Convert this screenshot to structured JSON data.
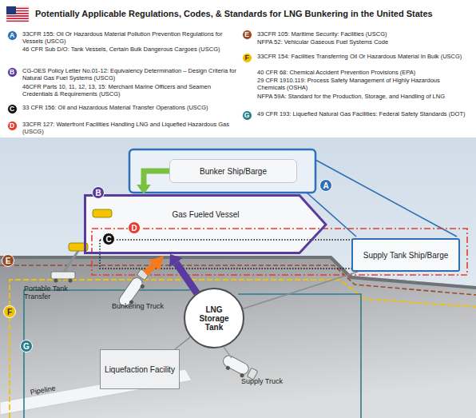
{
  "diagram": {
    "title": "Potentially Applicable Regulations, Codes, & Standards for LNG Bunkering in the United States",
    "nodes": [
      {
        "text": [
          "Bunker Ship/Barge"
        ]
      },
      {
        "text": [
          "Gas Fueled Vessel"
        ]
      },
      {
        "text": [
          "Supply Tank Ship/Barge"
        ]
      },
      {
        "text": [
          "LNG Storage Tank"
        ]
      },
      {
        "text": [
          "Liquefaction Facility"
        ]
      }
    ],
    "edges": [
      {
        "from": 0,
        "to": 1,
        "arrow": "to"
      },
      {
        "from": 3,
        "to": 1,
        "arrow": "to"
      },
      {
        "from": 3,
        "to": 2,
        "arrow": "none"
      },
      {
        "from": 3,
        "to": 4,
        "arrow": "none"
      }
    ],
    "labels": [
      "A",
      "33CFR 155: Oil Or Hazardous Material Pollution Prevention Regulations for Vessels (USCG)",
      "46 CFR Sub D/O: Tank Vessels, Certain Bulk Dangerous Cargoes (USCG)",
      "B",
      "CG-OES Policy Letter No.01-12: Equivalency Determination – Design Criteria for Natural Gas Fuel Systems (USCG)",
      "46CFR Parts 10, 11, 12, 13, 15: Merchant Marine Officers and Seamen Credentials & Requirements (USCG)",
      "C",
      "33 CFR 156: Oil and Hazardous Material Transfer Operations (USCG)",
      "D",
      "33CFR 127: Waterfront Facilities Handling LNG and Liquefied Hazardous Gas (USCG)",
      "E",
      "33CFR 105: Maritime Security: Facilities (USCG)",
      "NFPA 52: Vehicular Gaseous Fuel Systems Code",
      "F",
      "33CFR 154: Facilities Transferring Oil Or Hazardous Material In Bulk (USCG)",
      "40 CFR 68: Chemical Accident Prevention Provisions (EPA)",
      "29 CFR 1910.119: Process Safety Management of Highly Hazardous Chemicals (OSHA)",
      "NFPA 59A: Standard for the Production, Storage, and Handling of LNG",
      "G",
      "49 CFR 193: Liquefied Natural Gas Facilities: Federal Safety Standards (DOT)",
      "A",
      "B",
      "C",
      "D",
      "E",
      "F",
      "G",
      "Portable Tank Transfer",
      "Bunkering Truck",
      "Supply Truck",
      "Pipeline"
    ]
  }
}
